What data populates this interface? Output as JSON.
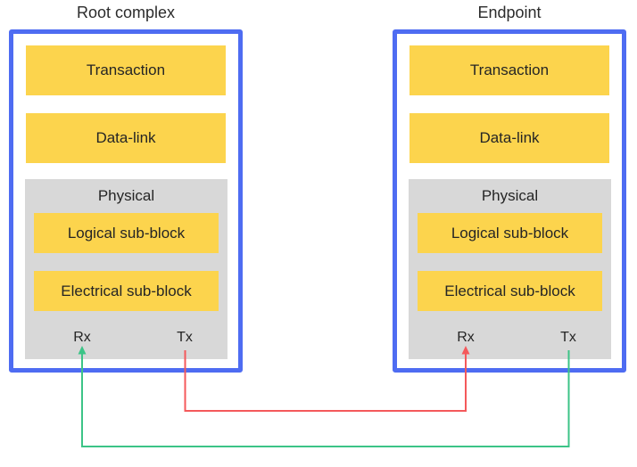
{
  "devices": [
    {
      "title": "Root complex",
      "layers": [
        {
          "label": "Transaction"
        },
        {
          "label": "Data-link"
        }
      ],
      "physical": {
        "label": "Physical",
        "sub_blocks": [
          {
            "label": "Logical sub-block"
          },
          {
            "label": "Electrical sub-block"
          }
        ],
        "ports": [
          {
            "label": "Rx"
          },
          {
            "label": "Tx"
          }
        ]
      }
    },
    {
      "title": "Endpoint",
      "layers": [
        {
          "label": "Transaction"
        },
        {
          "label": "Data-link"
        }
      ],
      "physical": {
        "label": "Physical",
        "sub_blocks": [
          {
            "label": "Logical sub-block"
          },
          {
            "label": "Electrical sub-block"
          }
        ],
        "ports": [
          {
            "label": "Rx"
          },
          {
            "label": "Tx"
          }
        ]
      }
    }
  ],
  "connections": [
    {
      "name": "root-tx-to-endpoint-rx",
      "from": "Root complex Tx",
      "to": "Endpoint Rx",
      "color": "#f4595b"
    },
    {
      "name": "endpoint-tx-to-root-rx",
      "from": "Endpoint Tx",
      "to": "Root complex Rx",
      "color": "#3cc487"
    }
  ],
  "colors": {
    "device_border": "#4e6cf2",
    "layer_fill": "#fcd44d",
    "physical_fill": "#d8d8d8",
    "text": "#252525",
    "background": "#ffffff"
  }
}
